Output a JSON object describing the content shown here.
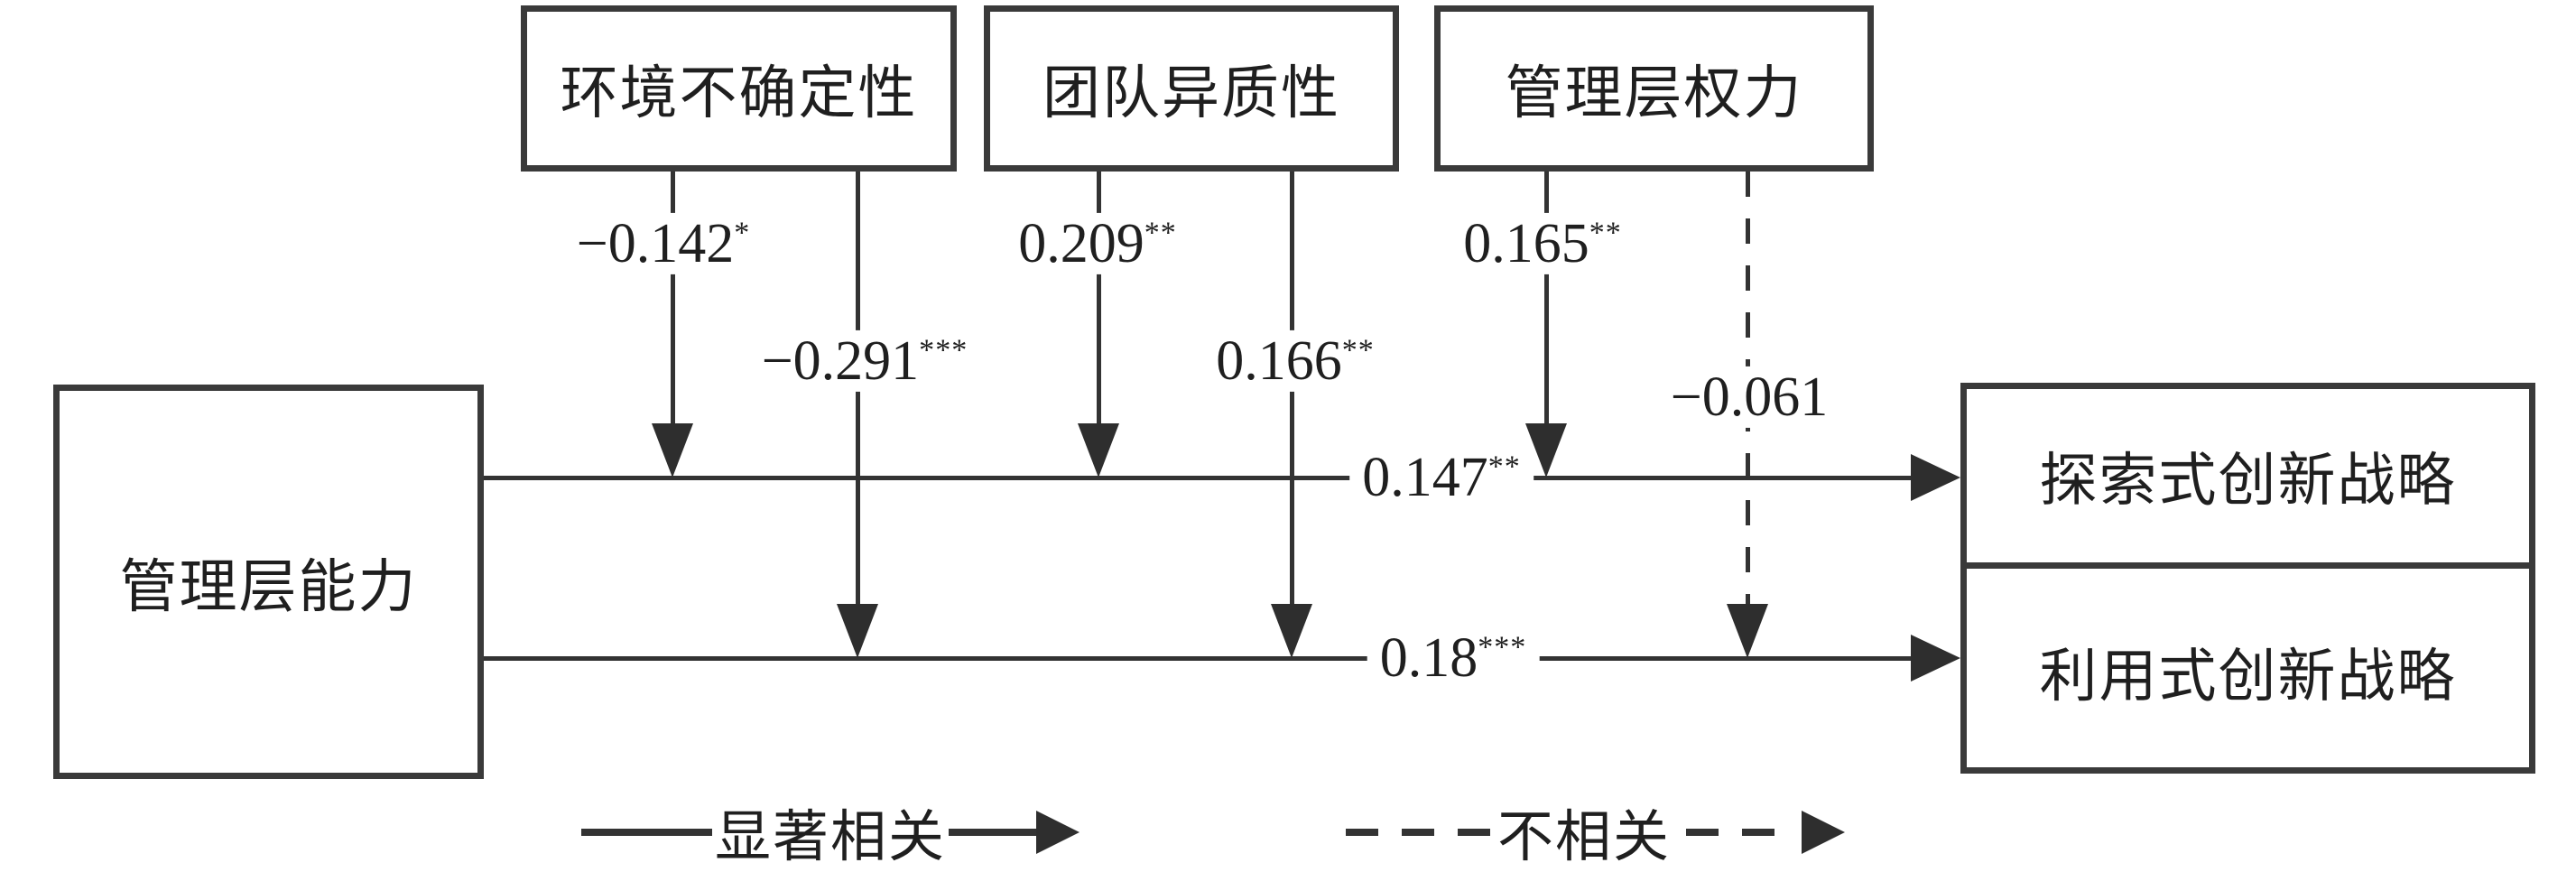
{
  "diagram": {
    "nodes": {
      "left": "管理层能力",
      "top_env": "环境不确定性",
      "top_team": "团队异质性",
      "top_power": "管理层权力",
      "right_top": "探索式创新战略",
      "right_bottom": "利用式创新战略"
    },
    "coefficients": {
      "env_to_explore": {
        "value": "−0.142",
        "stars": "*"
      },
      "env_to_exploit": {
        "value": "−0.291",
        "stars": "***"
      },
      "team_to_explore": {
        "value": "0.209",
        "stars": "**"
      },
      "team_to_exploit": {
        "value": "0.166",
        "stars": "**"
      },
      "power_to_explore": {
        "value": "0.165",
        "stars": "**"
      },
      "power_to_exploit": {
        "value": "−0.061",
        "stars": ""
      },
      "main_to_explore": {
        "value": "0.147",
        "stars": "**"
      },
      "main_to_exploit": {
        "value": "0.18",
        "stars": "***"
      }
    },
    "legend": {
      "significant": "显著相关",
      "not_significant": "不相关"
    },
    "colors": {
      "line": "#333333",
      "border": "#3a3a3a",
      "text": "#1f1f1f",
      "background": "#ffffff"
    }
  }
}
